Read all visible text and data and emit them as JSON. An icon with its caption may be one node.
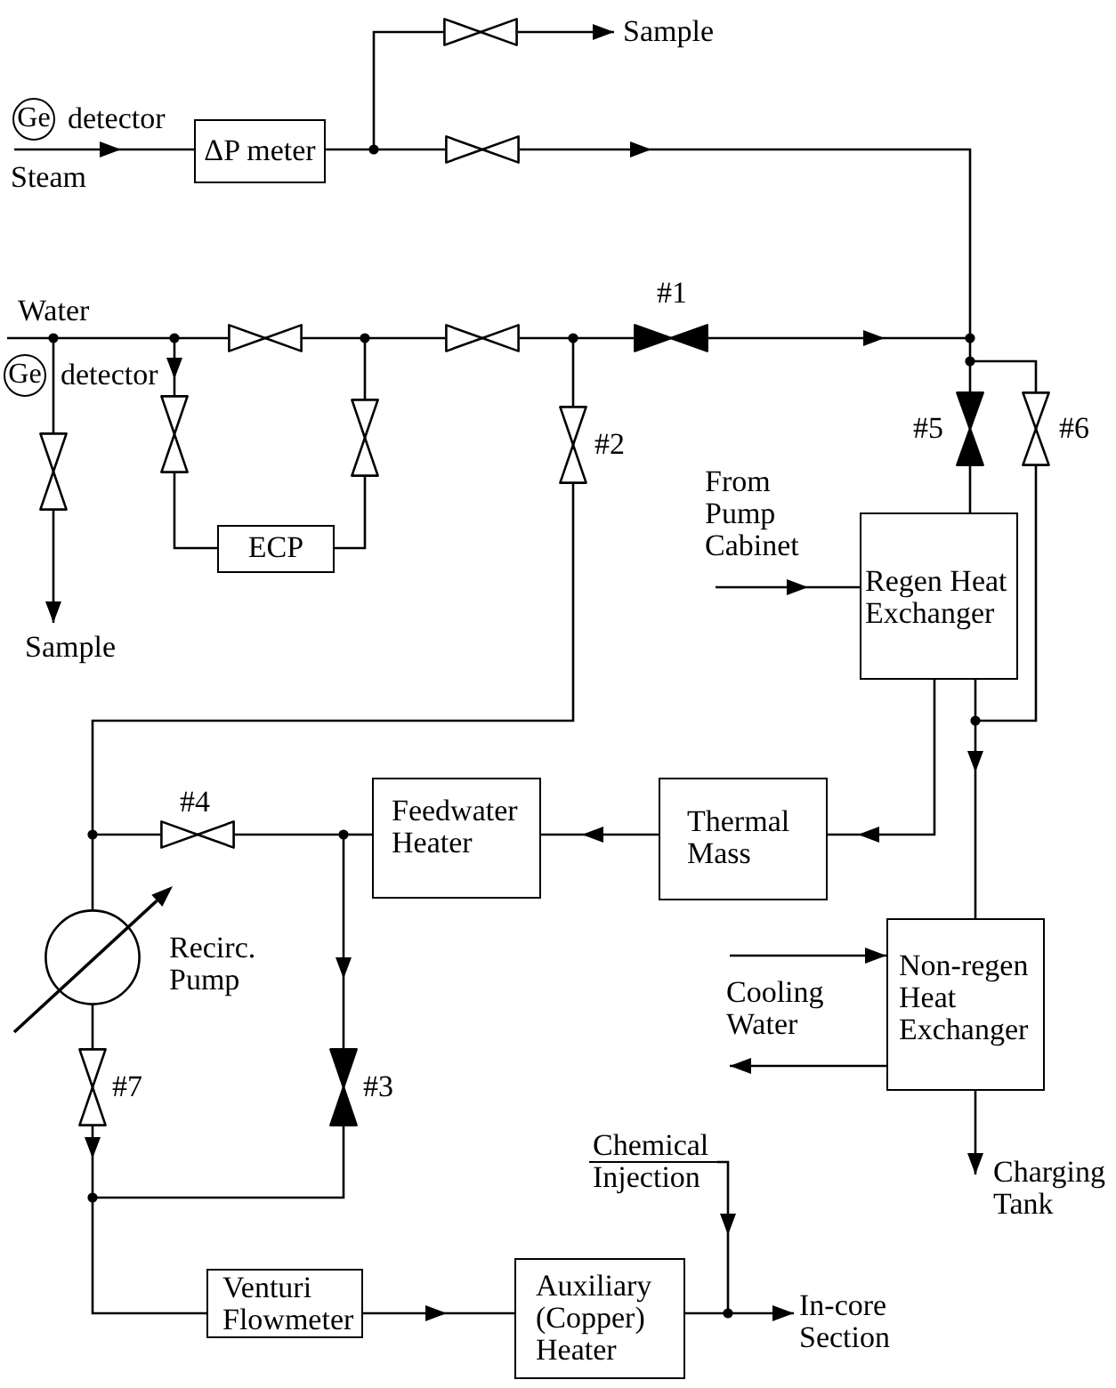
{
  "diagram": {
    "nodes": [
      {
        "text": [],
        "shape": "valve"
      },
      {
        "text": [
          "Sample"
        ]
      },
      {
        "text": [
          "Ge"
        ],
        "beside": [
          "detector"
        ]
      },
      {
        "text": [
          "ΔP meter"
        ]
      },
      {
        "text": [],
        "shape": "valve"
      },
      {
        "text": [
          "Steam"
        ]
      },
      {
        "text": [
          "Water"
        ]
      },
      {
        "text": [],
        "shape": "valve",
        "beside": [
          "#1"
        ]
      },
      {
        "text": [],
        "shape": "valve"
      },
      {
        "text": [],
        "shape": "valve"
      },
      {
        "text": [
          "Ge"
        ],
        "beside": [
          "detector"
        ]
      },
      {
        "text": [],
        "shape": "valve"
      },
      {
        "text": [],
        "shape": "valve"
      },
      {
        "text": [],
        "shape": "valve"
      },
      {
        "text": [],
        "shape": "valve",
        "beside": [
          "#2"
        ]
      },
      {
        "text": [],
        "shape": "valve",
        "beside": [
          "#5"
        ]
      },
      {
        "text": [],
        "shape": "valve",
        "beside": [
          "#6"
        ]
      },
      {
        "text": [
          "From Pump Cabinet"
        ]
      },
      {
        "text": [
          "ECP"
        ]
      },
      {
        "text": [
          "Regen Heat Exchanger"
        ]
      },
      {
        "text": [
          "Sample"
        ]
      },
      {
        "text": [],
        "shape": "valve",
        "beside": [
          "#4"
        ]
      },
      {
        "text": [
          "Feedwater Heater"
        ]
      },
      {
        "text": [
          "Thermal Mass"
        ]
      },
      {
        "text": [],
        "shape": "circle",
        "beside": [
          "Recirc. Pump"
        ]
      },
      {
        "text": [
          "Non-regen Heat Exchanger"
        ]
      },
      {
        "text": [
          "Cooling Water"
        ]
      },
      {
        "text": [],
        "shape": "valve",
        "beside": [
          "#7"
        ]
      },
      {
        "text": [],
        "shape": "valve",
        "beside": [
          "#3"
        ]
      },
      {
        "text": [
          "Chemical Injection"
        ]
      },
      {
        "text": [
          "Charging Tank"
        ]
      },
      {
        "text": [
          "Venturi Flowmeter"
        ]
      },
      {
        "text": [
          "Auxiliary (Copper) Heater"
        ]
      },
      {
        "text": [
          "In-core Section"
        ]
      }
    ],
    "edges": [
      {
        "from": 5,
        "to": 3,
        "arrow": "to"
      },
      {
        "from": 3,
        "to": 0,
        "arrow": "none"
      },
      {
        "from": 0,
        "to": 1,
        "arrow": "to"
      },
      {
        "from": 3,
        "to": 4,
        "arrow": "none"
      },
      {
        "from": 4,
        "to": 15,
        "arrow": "to"
      },
      {
        "from": 4,
        "to": 16,
        "arrow": "to"
      },
      {
        "from": 6,
        "to": 11,
        "arrow": "none"
      },
      {
        "from": 6,
        "to": 12,
        "arrow": "to"
      },
      {
        "from": 6,
        "to": 8,
        "arrow": "none"
      },
      {
        "from": 11,
        "to": 20,
        "arrow": "to"
      },
      {
        "from": 12,
        "to": 18,
        "arrow": "none"
      },
      {
        "from": 18,
        "to": 13,
        "arrow": "none"
      },
      {
        "from": 13,
        "to": 9,
        "arrow": "none"
      },
      {
        "from": 8,
        "to": 9,
        "arrow": "none"
      },
      {
        "from": 9,
        "to": 14,
        "arrow": "none"
      },
      {
        "from": 9,
        "to": 7,
        "arrow": "none"
      },
      {
        "from": 7,
        "to": 15,
        "arrow": "to"
      },
      {
        "from": 7,
        "to": 16,
        "arrow": "to"
      },
      {
        "from": 15,
        "to": 19,
        "arrow": "none"
      },
      {
        "from": 16,
        "to": 25,
        "arrow": "to"
      },
      {
        "from": 17,
        "to": 19,
        "arrow": "to"
      },
      {
        "from": 19,
        "to": 25,
        "arrow": "to"
      },
      {
        "from": 19,
        "to": 23,
        "arrow": "to"
      },
      {
        "from": 23,
        "to": 22,
        "arrow": "to"
      },
      {
        "from": 22,
        "to": 21,
        "arrow": "none"
      },
      {
        "from": 22,
        "to": 28,
        "arrow": "to"
      },
      {
        "from": 21,
        "to": 24,
        "arrow": "none"
      },
      {
        "from": 14,
        "to": 24,
        "arrow": "none"
      },
      {
        "from": 24,
        "to": 27,
        "arrow": "none"
      },
      {
        "from": 27,
        "to": 31,
        "arrow": "to"
      },
      {
        "from": 28,
        "to": 31,
        "arrow": "none"
      },
      {
        "from": 26,
        "to": 25,
        "arrow": "to"
      },
      {
        "from": 25,
        "to": 26,
        "arrow": "to"
      },
      {
        "from": 25,
        "to": 30,
        "arrow": "to"
      },
      {
        "from": 31,
        "to": 32,
        "arrow": "to"
      },
      {
        "from": 32,
        "to": 33,
        "arrow": "to"
      },
      {
        "from": 29,
        "to": 33,
        "arrow": "to"
      }
    ]
  }
}
